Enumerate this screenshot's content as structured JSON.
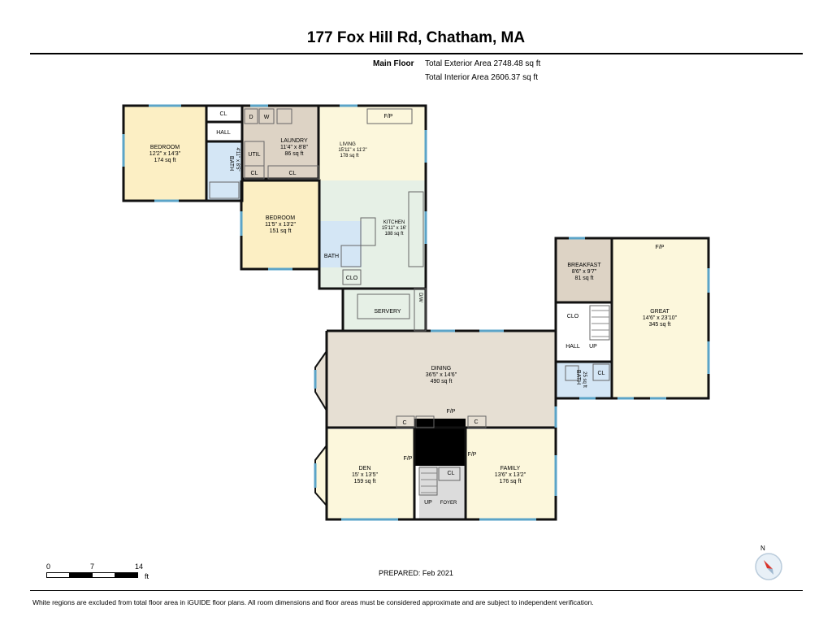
{
  "title": "177 Fox Hill Rd, Chatham, MA",
  "floor_label": "Main Floor",
  "exterior_area": "Total Exterior Area 2748.48 sq ft",
  "interior_area": "Total Interior Area 2606.37 sq ft",
  "rooms": {
    "bedroom1": {
      "name": "BEDROOM",
      "dims": "12'2\" x 14'3\"",
      "area": "174 sq ft"
    },
    "bedroom2": {
      "name": "BEDROOM",
      "dims": "11'5\" x 13'2\"",
      "area": "151 sq ft"
    },
    "laundry": {
      "name": "LAUNDRY",
      "dims": "11'4\" x 8'8\"",
      "area": "86 sq ft"
    },
    "living": {
      "name": "LIVING",
      "dims": "15'11\" x 11'2\"",
      "area": "178 sq ft"
    },
    "kitchen": {
      "name": "KITCHEN",
      "dims": "15'11\" x 16'",
      "area": "188 sq ft"
    },
    "breakfast": {
      "name": "BREAKFAST",
      "dims": "8'6\" x 9'7\"",
      "area": "81 sq ft"
    },
    "great": {
      "name": "GREAT",
      "dims": "14'6\" x 23'10\"",
      "area": "345 sq ft"
    },
    "dining": {
      "name": "DINING",
      "dims": "36'5\" x 14'6\"",
      "area": "490 sq ft"
    },
    "den": {
      "name": "DEN",
      "dims": "15' x 13'5\"",
      "area": "159 sq ft"
    },
    "family": {
      "name": "FAMILY",
      "dims": "13'6\" x 13'2\"",
      "area": "176 sq ft"
    },
    "bath1": {
      "name": "BATH",
      "dims": "4'11\" x 8'5\""
    },
    "bath2": {
      "name": "BATH"
    },
    "bath3": {
      "name": "BATH",
      "area": "25 sq ft"
    }
  },
  "labels": {
    "cl": "CL",
    "hall": "HALL",
    "util": "UTIL",
    "clo": "CLO",
    "servery": "SERVERY",
    "fp": "F/P",
    "up": "UP",
    "foyer": "FOYER",
    "c": "C",
    "d": "D",
    "w": "W",
    "dw": "D/W"
  },
  "scale": {
    "ticks": [
      "0",
      "7",
      "14"
    ],
    "unit": "ft"
  },
  "prepared": "PREPARED: Feb 2021",
  "compass": "N",
  "disclaimer": "White regions are excluded from total floor area in iGUIDE floor plans. All room dimensions and floor areas must be considered approximate and are subject to independent verification.",
  "colors": {
    "bedroom": "#fcefc4",
    "kitchen": "#e6f0e6",
    "bath": "#d4e6f5",
    "service": "#ddd3c5",
    "dining": "#e6dfd3",
    "window": "#5ba4c8",
    "wall": "#111111",
    "stair": "#d8d8d8"
  }
}
